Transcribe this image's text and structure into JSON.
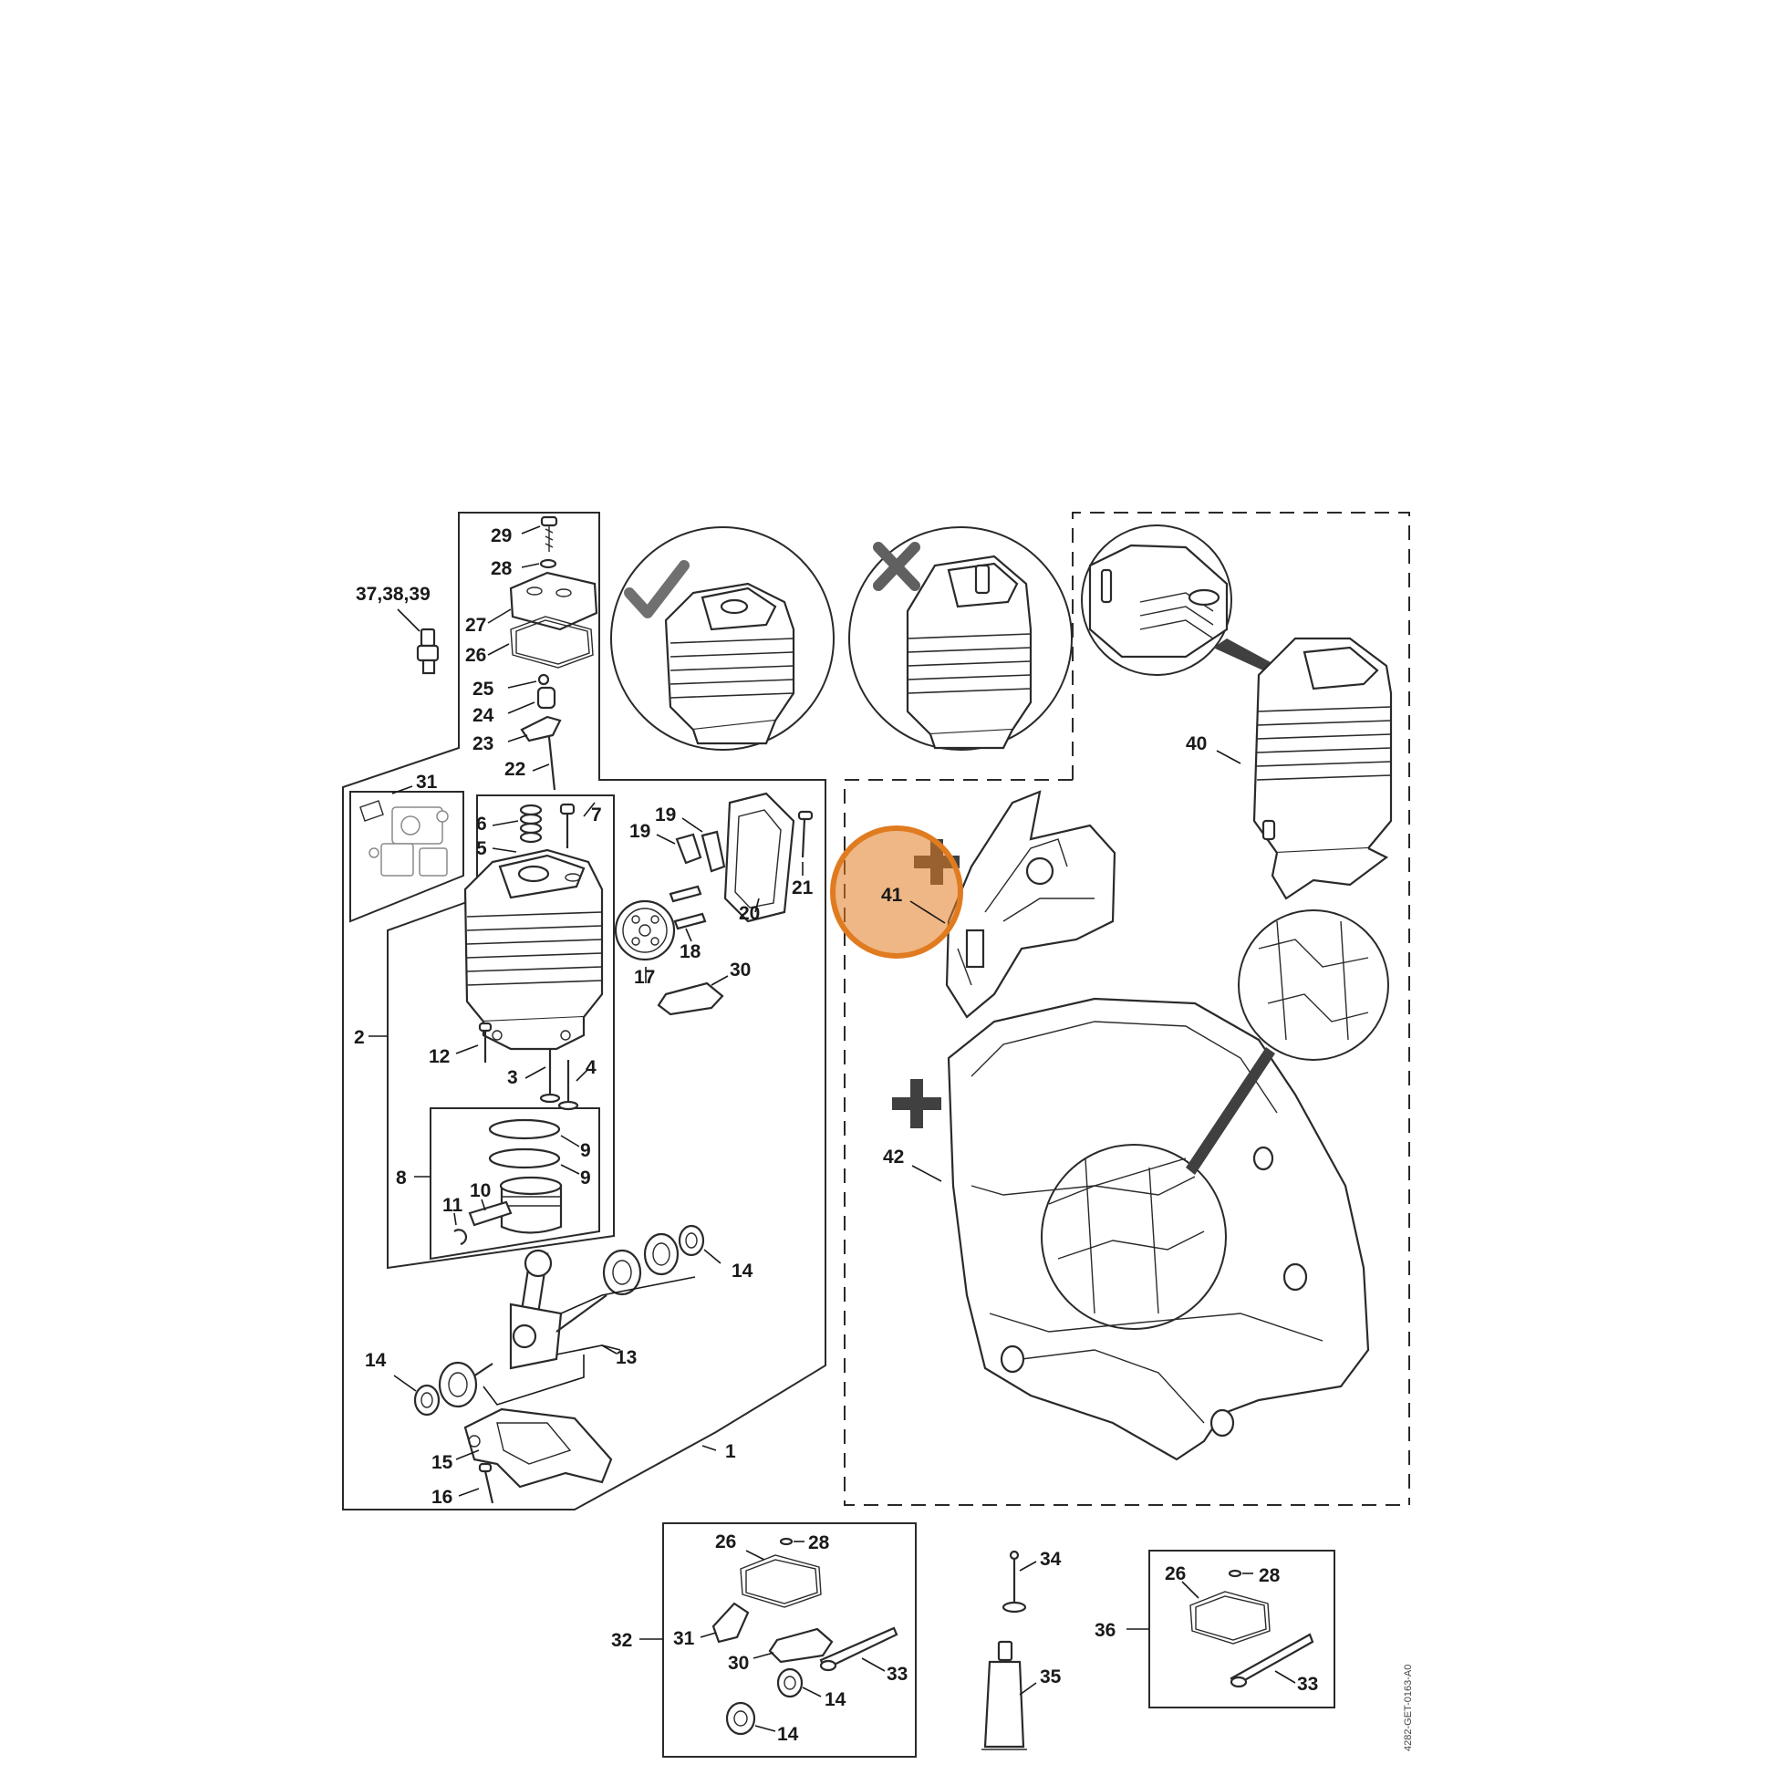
{
  "drawing_code": "4282-GET-0163-A0",
  "highlight_color": "#e07b20",
  "labels": {
    "l37_38_39": "37,38,39",
    "l29": "29",
    "l28a": "28",
    "l27": "27",
    "l26a": "26",
    "l25": "25",
    "l24": "24",
    "l23": "23",
    "l22": "22",
    "l31a": "31",
    "l6": "6",
    "l7": "7",
    "l5": "5",
    "l19a": "19",
    "l19b": "19",
    "l21": "21",
    "l20": "20",
    "l18": "18",
    "l17": "17",
    "l30a": "30",
    "l2": "2",
    "l12": "12",
    "l3": "3",
    "l4": "4",
    "l9a": "9",
    "l9b": "9",
    "l8": "8",
    "l10": "10",
    "l11": "11",
    "l14a": "14",
    "l14b": "14",
    "l13": "13",
    "l15": "15",
    "l16": "16",
    "l1": "1",
    "l40": "40",
    "l41": "41",
    "l42": "42",
    "l26b": "26",
    "l28b": "28",
    "l32": "32",
    "l31b": "31",
    "l30b": "30",
    "l33a": "33",
    "l14c": "14",
    "l14d": "14",
    "l34": "34",
    "l35": "35",
    "l26c": "26",
    "l28c": "28",
    "l36": "36",
    "l33b": "33"
  }
}
